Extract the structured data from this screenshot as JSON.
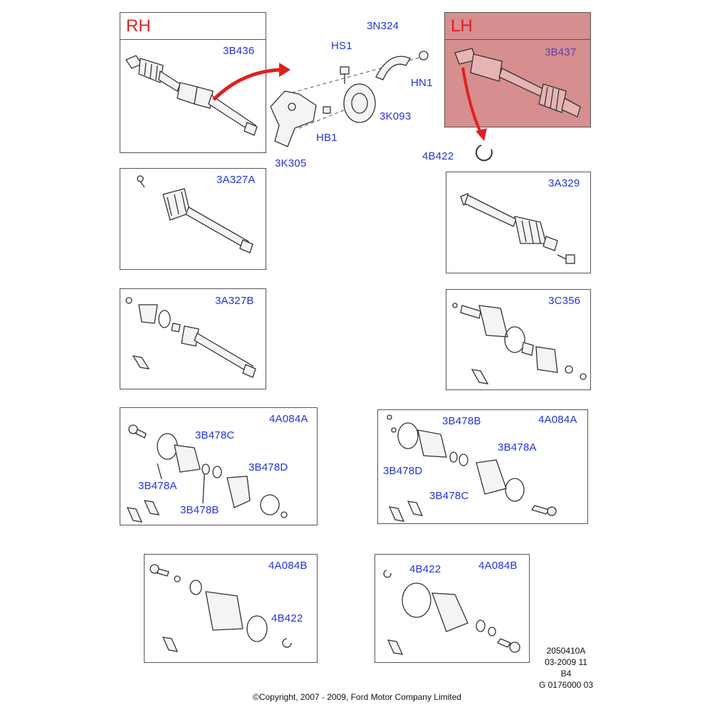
{
  "panels": {
    "rh": {
      "side_label": "RH",
      "part": "3B436"
    },
    "lh": {
      "side_label": "LH",
      "part": "3B437"
    },
    "center_labels": [
      "3N324",
      "HS1",
      "HN1",
      "3K093",
      "HB1",
      "3K305",
      "4B422"
    ],
    "p3a327a": {
      "part": "3A327A"
    },
    "p3a329": {
      "part": "3A329"
    },
    "p3a327b": {
      "part": "3A327B"
    },
    "p3c356": {
      "part": "3C356"
    },
    "p4a084a_left": {
      "part": "4A084A",
      "labels": [
        "3B478C",
        "3B478A",
        "3B478B",
        "3B478D"
      ]
    },
    "p4a084a_right": {
      "part": "4A084A",
      "labels": [
        "3B478B",
        "3B478A",
        "3B478D",
        "3B478C"
      ]
    },
    "p4a084b_left": {
      "part": "4A084B",
      "labels": [
        "4B422"
      ]
    },
    "p4a084b_right": {
      "part": "4A084B",
      "labels": [
        "4B422"
      ]
    }
  },
  "reference": [
    "2050410A",
    "03-2009 11",
    "B4",
    "G 0176000 03"
  ],
  "copyright": "©Copyright, 2007 - 2009, Ford Motor Company Limited",
  "colors": {
    "label": "#2233dd",
    "rh_text": "#e02020",
    "lh_fill": "#d68e8e",
    "arrow": "#e02020"
  }
}
